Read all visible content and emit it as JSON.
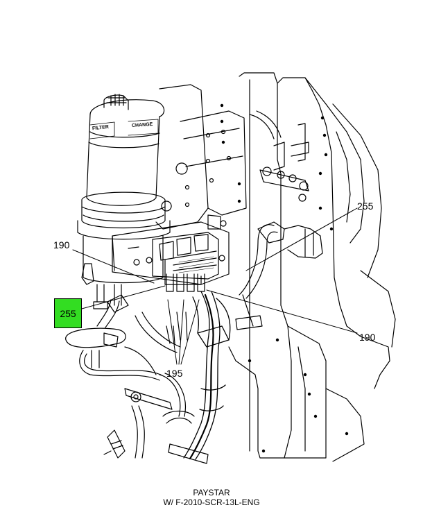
{
  "callouts": {
    "c255_top": "255",
    "c190_left": "190",
    "c255_box": "255",
    "c190_right": "190",
    "c195": "195"
  },
  "labels": {
    "filter_band_1": "FILTER",
    "filter_band_2": "CHANGE"
  },
  "caption": {
    "line1": "PAYSTAR",
    "line2": "W/ F-2010-SCR-13L-ENG"
  },
  "colors": {
    "highlight": "#33dd22",
    "line": "#000000"
  }
}
